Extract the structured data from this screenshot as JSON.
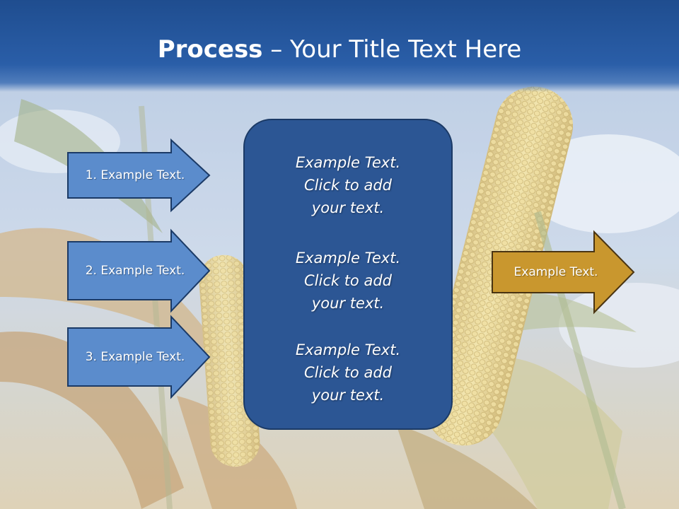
{
  "title": {
    "bold": "Process",
    "rest": " – Your Title Text Here"
  },
  "left_arrows": [
    {
      "label": "1. Example Text."
    },
    {
      "label": "2. Example Text."
    },
    {
      "label": "3. Example Text."
    }
  ],
  "center_panel": {
    "blocks": [
      {
        "lines": [
          "Example Text.",
          "Click  to add",
          "your text."
        ]
      },
      {
        "lines": [
          "Example Text.",
          "Click  to add",
          "your text."
        ]
      },
      {
        "lines": [
          "Example Text.",
          "Click  to add",
          "your text."
        ]
      }
    ]
  },
  "right_arrow": {
    "label": "Example Text."
  },
  "colors": {
    "title_bar": "#2a5ea8",
    "left_arrow_fill": "#5b8ccc",
    "panel_fill": "#2c5694",
    "right_arrow_fill": "#c9972e"
  }
}
